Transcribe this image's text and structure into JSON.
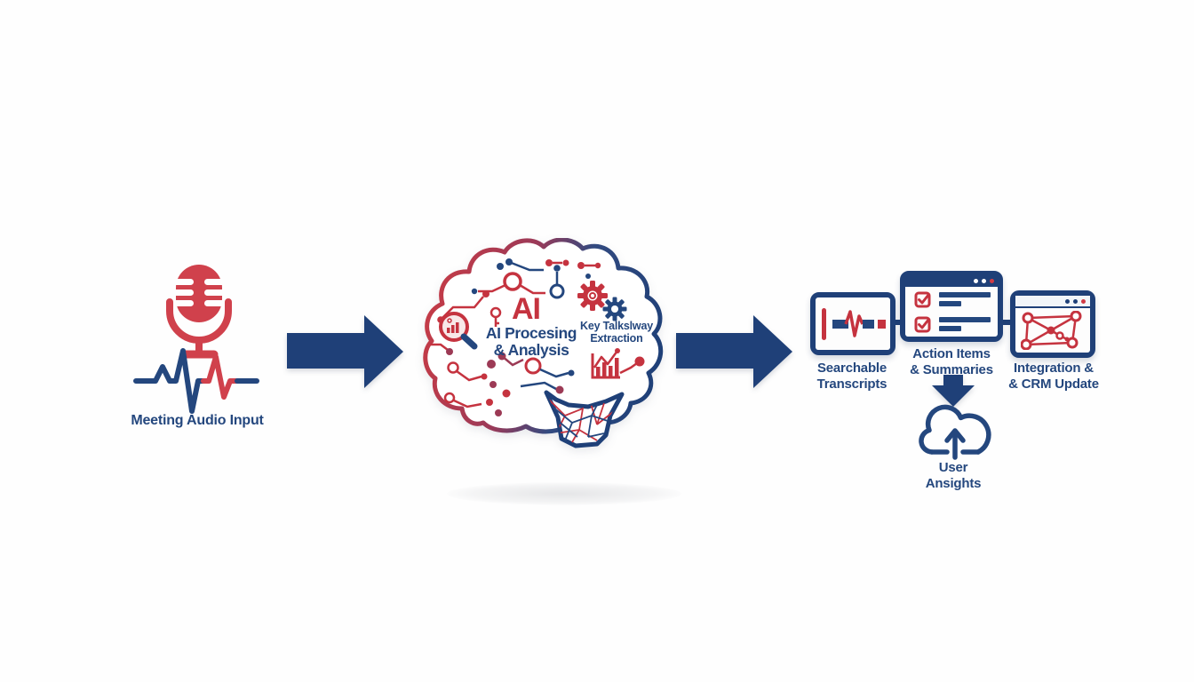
{
  "title": "AI Meeting Processing Flow Diagram",
  "colors": {
    "navy": "#1f4078",
    "navy_text": "#24477e",
    "red": "#c5333f",
    "red_bright": "#d0414c",
    "maroon": "#9c3a55",
    "window_dot_red": "#d23b44",
    "background": "#fefefe"
  },
  "input_stage": {
    "icon": "microphone-waveform-icon",
    "label": "Meeting Audio Input"
  },
  "flow": {
    "arrow1_icon": "right-arrow-icon",
    "arrow2_icon": "right-arrow-icon",
    "down_arrow_icon": "down-arrow-icon"
  },
  "processing_stage": {
    "icon": "brain-circuit-icon",
    "ai_label": "AI",
    "title_line1": "AI Procesing",
    "title_line2": "& Analysis",
    "side_line1": "Key Talkslway",
    "side_line2": "Extraction",
    "inner_icons": [
      "magnifier-icon",
      "gear-icon",
      "gear-icon",
      "bar-chart-icon",
      "circuit-nodes-icon",
      "mesh-cerebellum-icon"
    ]
  },
  "output_stage": {
    "panels": [
      {
        "icon": "audio-transcript-window-icon",
        "label_line1": "Searchable",
        "label_line2": "Transcripts"
      },
      {
        "icon": "checklist-window-icon",
        "label_line1": "Action Items",
        "label_line2": "& Summaries"
      },
      {
        "icon": "network-graph-window-icon",
        "label_line1": "Integration &",
        "label_line2": "& CRM Update"
      }
    ],
    "insights": {
      "icon": "cloud-upload-icon",
      "label_line1": "User",
      "label_line2": "Ansights"
    }
  }
}
